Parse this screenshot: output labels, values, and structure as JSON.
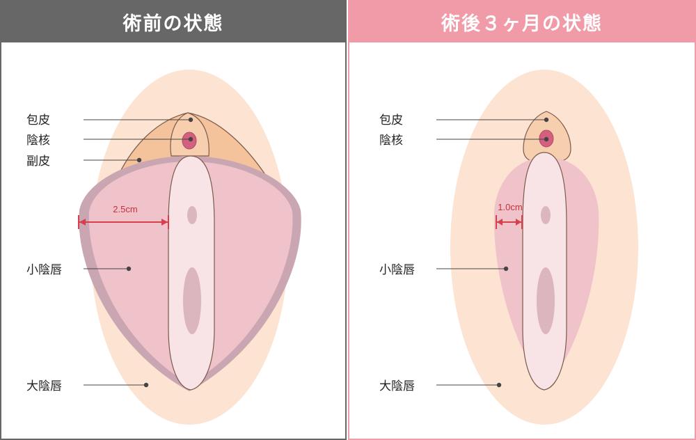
{
  "panels": {
    "before": {
      "title": "術前の状態",
      "labels": {
        "prepuce": "包皮",
        "clitoris": "陰核",
        "secondary_prepuce": "副皮",
        "labia_minora": "小陰唇",
        "labia_majora": "大陰唇"
      },
      "measurement": "2.5cm"
    },
    "after": {
      "title": "術後３ヶ月の状態",
      "labels": {
        "prepuce": "包皮",
        "clitoris": "陰核",
        "labia_minora": "小陰唇",
        "labia_majora": "大陰唇"
      },
      "measurement": "1.0cm"
    }
  },
  "colors": {
    "before_header": "#676767",
    "after_header": "#f19ba8",
    "skin": "#fce3d2",
    "hood": "#f4c29b",
    "minora": "#f0c2c9",
    "vestibule": "#f8e3e6",
    "measure": "#d6404c"
  }
}
